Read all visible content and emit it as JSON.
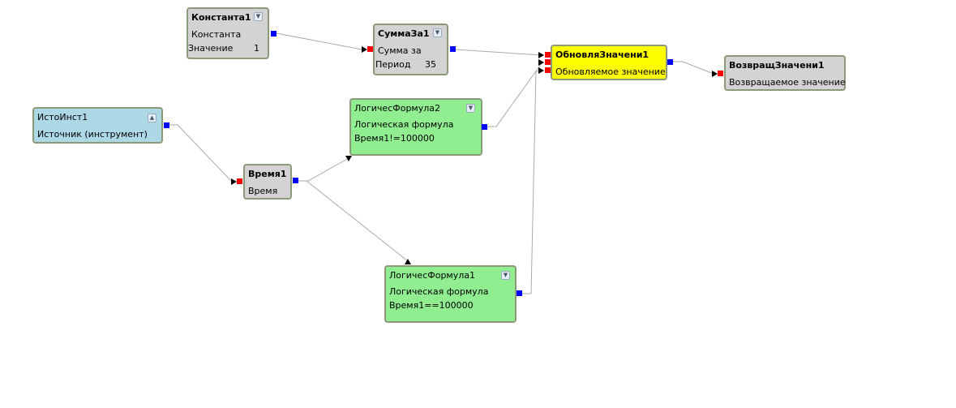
{
  "nodes": {
    "konstanta1": {
      "title": "Константа1",
      "row1": "Константа",
      "row2_label": "Значение",
      "row2_value": "1",
      "toggle": "▼"
    },
    "summaza1": {
      "title": "СуммаЗа1",
      "row1": "Сумма за",
      "row2_label": "Период",
      "row2_value": "35",
      "toggle": "▼"
    },
    "obnovlya": {
      "title": "ОбновляЗначени1",
      "row1": "Обновляемое значение"
    },
    "vozvrasch": {
      "title": "ВозвращЗначени1",
      "row1": "Возвращаемое значение"
    },
    "istoinst1": {
      "title": "ИстоИнст1",
      "row1": "Источник (инструмент)",
      "toggle": "▲"
    },
    "vremya1": {
      "title": "Время1",
      "row1": "Время"
    },
    "logform2": {
      "title": "ЛогичесФормула2",
      "row1": "Логическая формула",
      "row2": "Время1!=100000",
      "toggle": "▼"
    },
    "logform1": {
      "title": "ЛогичесФормула1",
      "row1": "Логическая формула",
      "row2": "Время1==100000",
      "toggle": "▼"
    }
  },
  "colors": {
    "gray": "#d3d3d3",
    "blue": "#add8e6",
    "green": "#90ee90",
    "yellow": "#ffff00",
    "out_port": "#0000ff",
    "in_port": "#ff0000"
  }
}
